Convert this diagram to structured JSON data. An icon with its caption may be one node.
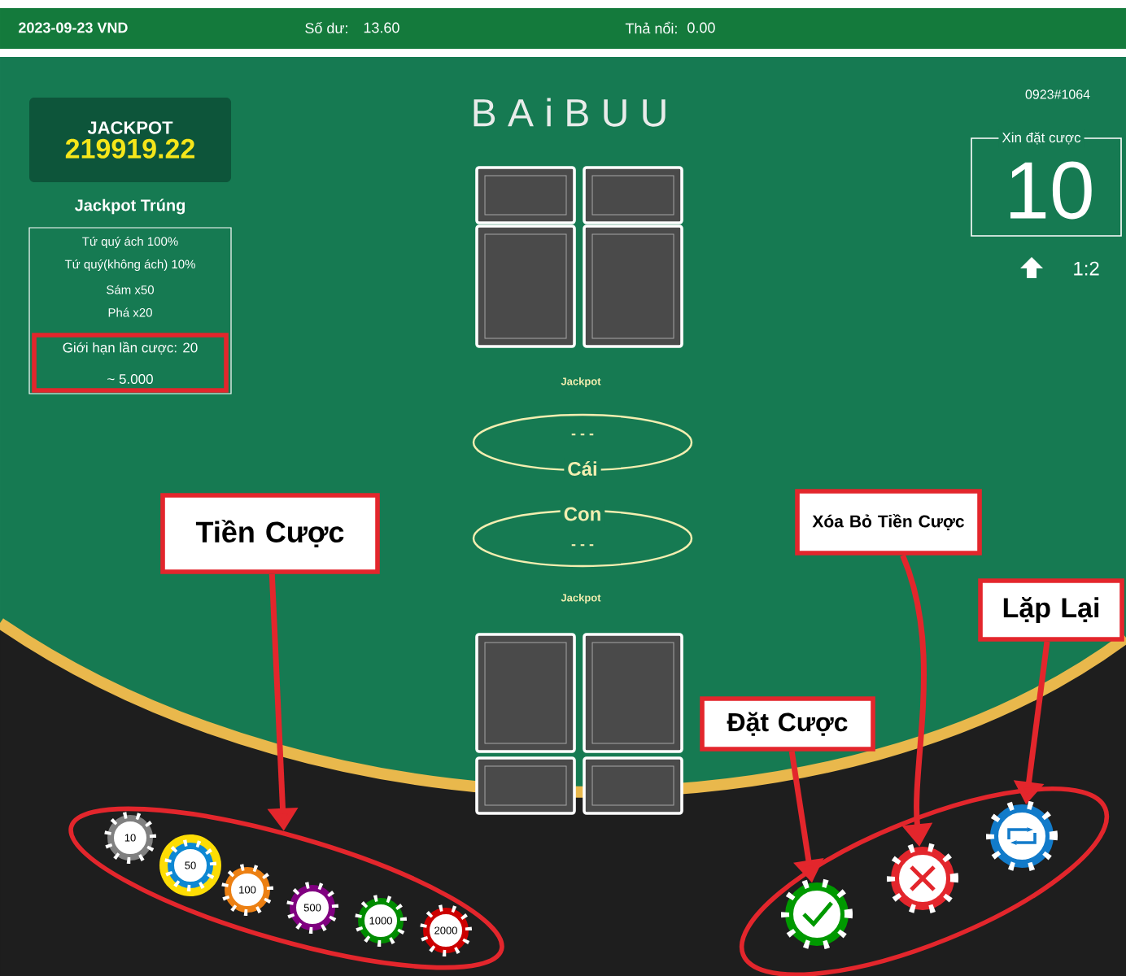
{
  "diagram": {
    "title": "B A i B U U",
    "nodes": [
      {
        "text": [
          "JACKPOT",
          "219919.22"
        ]
      },
      {
        "text": [
          "Jackpot Trúng",
          "Tứ quý ách 100%",
          "Tứ quý(không ách) 10%",
          "Sám x50",
          "Phá x20"
        ]
      },
      {
        "text": [
          "Giới hạn lần cược: 20",
          "~ 5.000"
        ],
        "in": 1
      },
      {
        "text": [
          "Xin đặt cược",
          "10"
        ]
      },
      {
        "text": [
          "- - -",
          "Cái"
        ]
      },
      {
        "text": [
          "Con",
          "- - -"
        ]
      },
      {
        "text": [
          "Tiền Cược"
        ]
      },
      {
        "text": [
          "Xóa Bỏ Tiền Cược"
        ]
      },
      {
        "text": [
          "Lặp Lại"
        ]
      },
      {
        "text": [
          "Đặt Cược"
        ]
      },
      {
        "text": [],
        "shape": "ellipse"
      },
      {
        "text": [
          "10"
        ],
        "in": 10
      },
      {
        "text": [
          "50"
        ],
        "in": 10
      },
      {
        "text": [
          "100"
        ],
        "in": 10
      },
      {
        "text": [
          "500"
        ],
        "in": 10
      },
      {
        "text": [
          "1000"
        ],
        "in": 10
      },
      {
        "text": [
          "2000"
        ],
        "in": 10
      },
      {
        "text": [],
        "shape": "ellipse"
      },
      {
        "text": [],
        "shape": "circle",
        "in": 17
      },
      {
        "text": [],
        "shape": "circle",
        "in": 17
      },
      {
        "text": [],
        "shape": "circle",
        "in": 17
      }
    ],
    "edges": [
      {
        "from": 6,
        "to": 10,
        "arrow": "to"
      },
      {
        "from": 9,
        "to": 18,
        "arrow": "to"
      },
      {
        "from": 7,
        "to": 19,
        "arrow": "to"
      },
      {
        "from": 8,
        "to": 20,
        "arrow": "to"
      }
    ],
    "labels": [
      "2023-09-23 VND",
      "Số dư:",
      "13.60",
      "Thả nổi:",
      "0.00",
      "0923#1064",
      "1:2",
      "Jackpot",
      "Jackpot"
    ]
  }
}
